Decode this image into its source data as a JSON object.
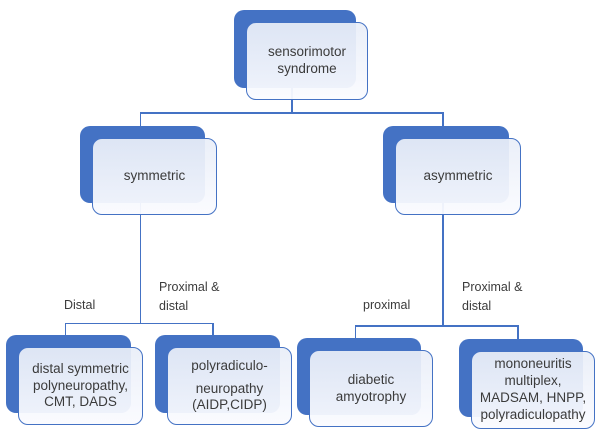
{
  "diagram": {
    "type": "flowchart-tree",
    "nodes": {
      "root": {
        "text": "sensorimotor\nsyndrome"
      },
      "symmetric": {
        "text": "symmetric"
      },
      "asymmetric": {
        "text": "asymmetric"
      },
      "distal_symmetric_polyneuropathy": {
        "text": "distal symmetric\npolyneuropathy,\nCMT, DADS"
      },
      "polyradiculoneuropathy": {
        "text_top": "polyradiculo-",
        "text_bottom": "neuropathy\n(AIDP,CIDP)"
      },
      "diabetic_amyotrophy": {
        "text": "diabetic\namyotrophy"
      },
      "mononeuritis_multiplex": {
        "text": "mononeuritis\nmultiplex,\nMADSAM, HNPP,\npolyradiculopathy"
      }
    },
    "edge_labels": {
      "distal": "Distal",
      "proximal_and_distal_left": "Proximal &\ndistal",
      "proximal": "proximal",
      "proximal_and_distal_right": "Proximal &\ndistal"
    },
    "colors": {
      "node_shadow": "#4472C4",
      "node_border": "#4472C4",
      "node_fill_top": "#E9EEF8",
      "node_fill_bottom": "#FAFBFF",
      "connector": "#4472C4",
      "text": "#3B3B3B",
      "background": "#FFFFFF"
    }
  }
}
